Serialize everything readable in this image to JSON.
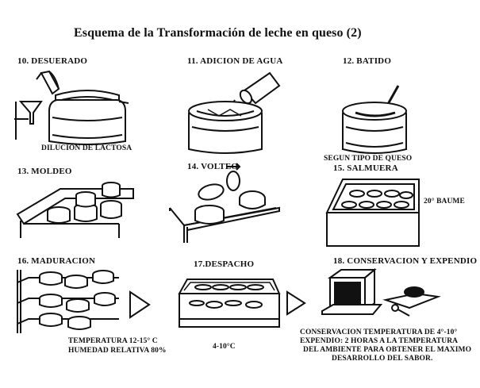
{
  "title": "Esquema de la Transformación de leche en queso (2)",
  "steps": [
    {
      "label": "10. DESUERADO",
      "note": "DILUCION DE LACTOSA"
    },
    {
      "label": "11. ADICION DE AGUA"
    },
    {
      "label": "12. BATIDO",
      "note": "SEGUN TIPO DE QUESO"
    },
    {
      "label": "13. MOLDEO"
    },
    {
      "label": "14. VOLTEO"
    },
    {
      "label": "15. SALMUERA",
      "note": "20° BAUME"
    },
    {
      "label": "16. MADURACION",
      "note": "TEMPERATURA 12-15° C\nHUMEDAD RELATIVA 80%"
    },
    {
      "label": "17.DESPACHO",
      "note": "4-10°C"
    },
    {
      "label": "18. CONSERVACION Y EXPENDIO",
      "note": "CONSERVACION TEMPERATURA DE 4°-10°\nEXPENDIO: 2 HORAS A LA TEMPERATURA\nDEL AMBIENTE PARA OBTENER EL MAXIMO\nDESARROLLO DEL SABOR."
    }
  ]
}
